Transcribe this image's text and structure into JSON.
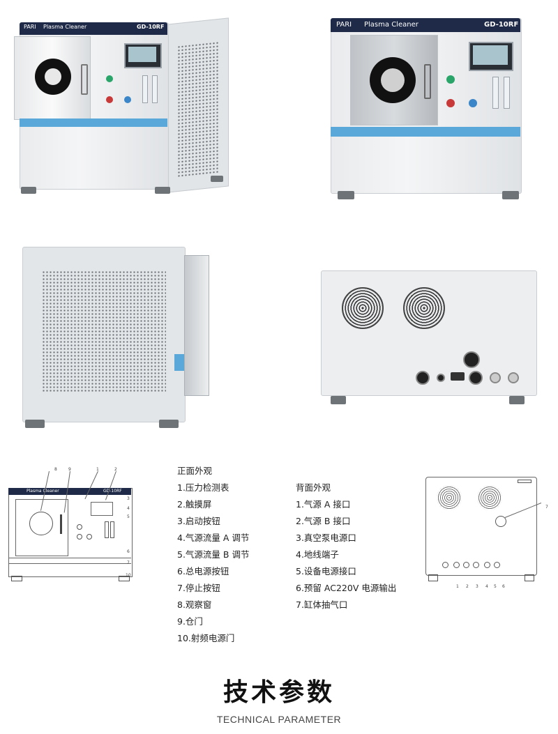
{
  "machine": {
    "brand": "PARI",
    "product": "Plasma Cleaner",
    "model": "GD-10RF"
  },
  "front_section": {
    "heading": "正面外观",
    "items": [
      "1.压力检测表",
      "2.触摸屏",
      "3.启动按钮",
      "4.气源流量 A 调节",
      "5.气源流量 B 调节",
      "6.总电源按钮",
      "7.停止按钮",
      "8.观察窗",
      "9.仓门",
      "10.射频电源门"
    ]
  },
  "back_section": {
    "heading": "背面外观",
    "items": [
      "1.气源 A 接口",
      "2.气源 B 接口",
      "3.真空泵电源口",
      "4.地线端子",
      "5.设备电源接口",
      "6.预留 AC220V 电源输出",
      "7.缸体抽气口"
    ]
  },
  "front_diagram_numbers": [
    "8",
    "9",
    "1",
    "2",
    "3",
    "4",
    "5",
    "6",
    "7",
    "10"
  ],
  "back_diagram_numbers": [
    "7",
    "1",
    "2",
    "3",
    "4",
    "5",
    "6"
  ],
  "tech": {
    "title": "技术参数",
    "subtitle": "TECHNICAL PARAMETER"
  },
  "colors": {
    "panel_navy": "#1e2a47",
    "stripe_blue": "#5aa7d9"
  }
}
